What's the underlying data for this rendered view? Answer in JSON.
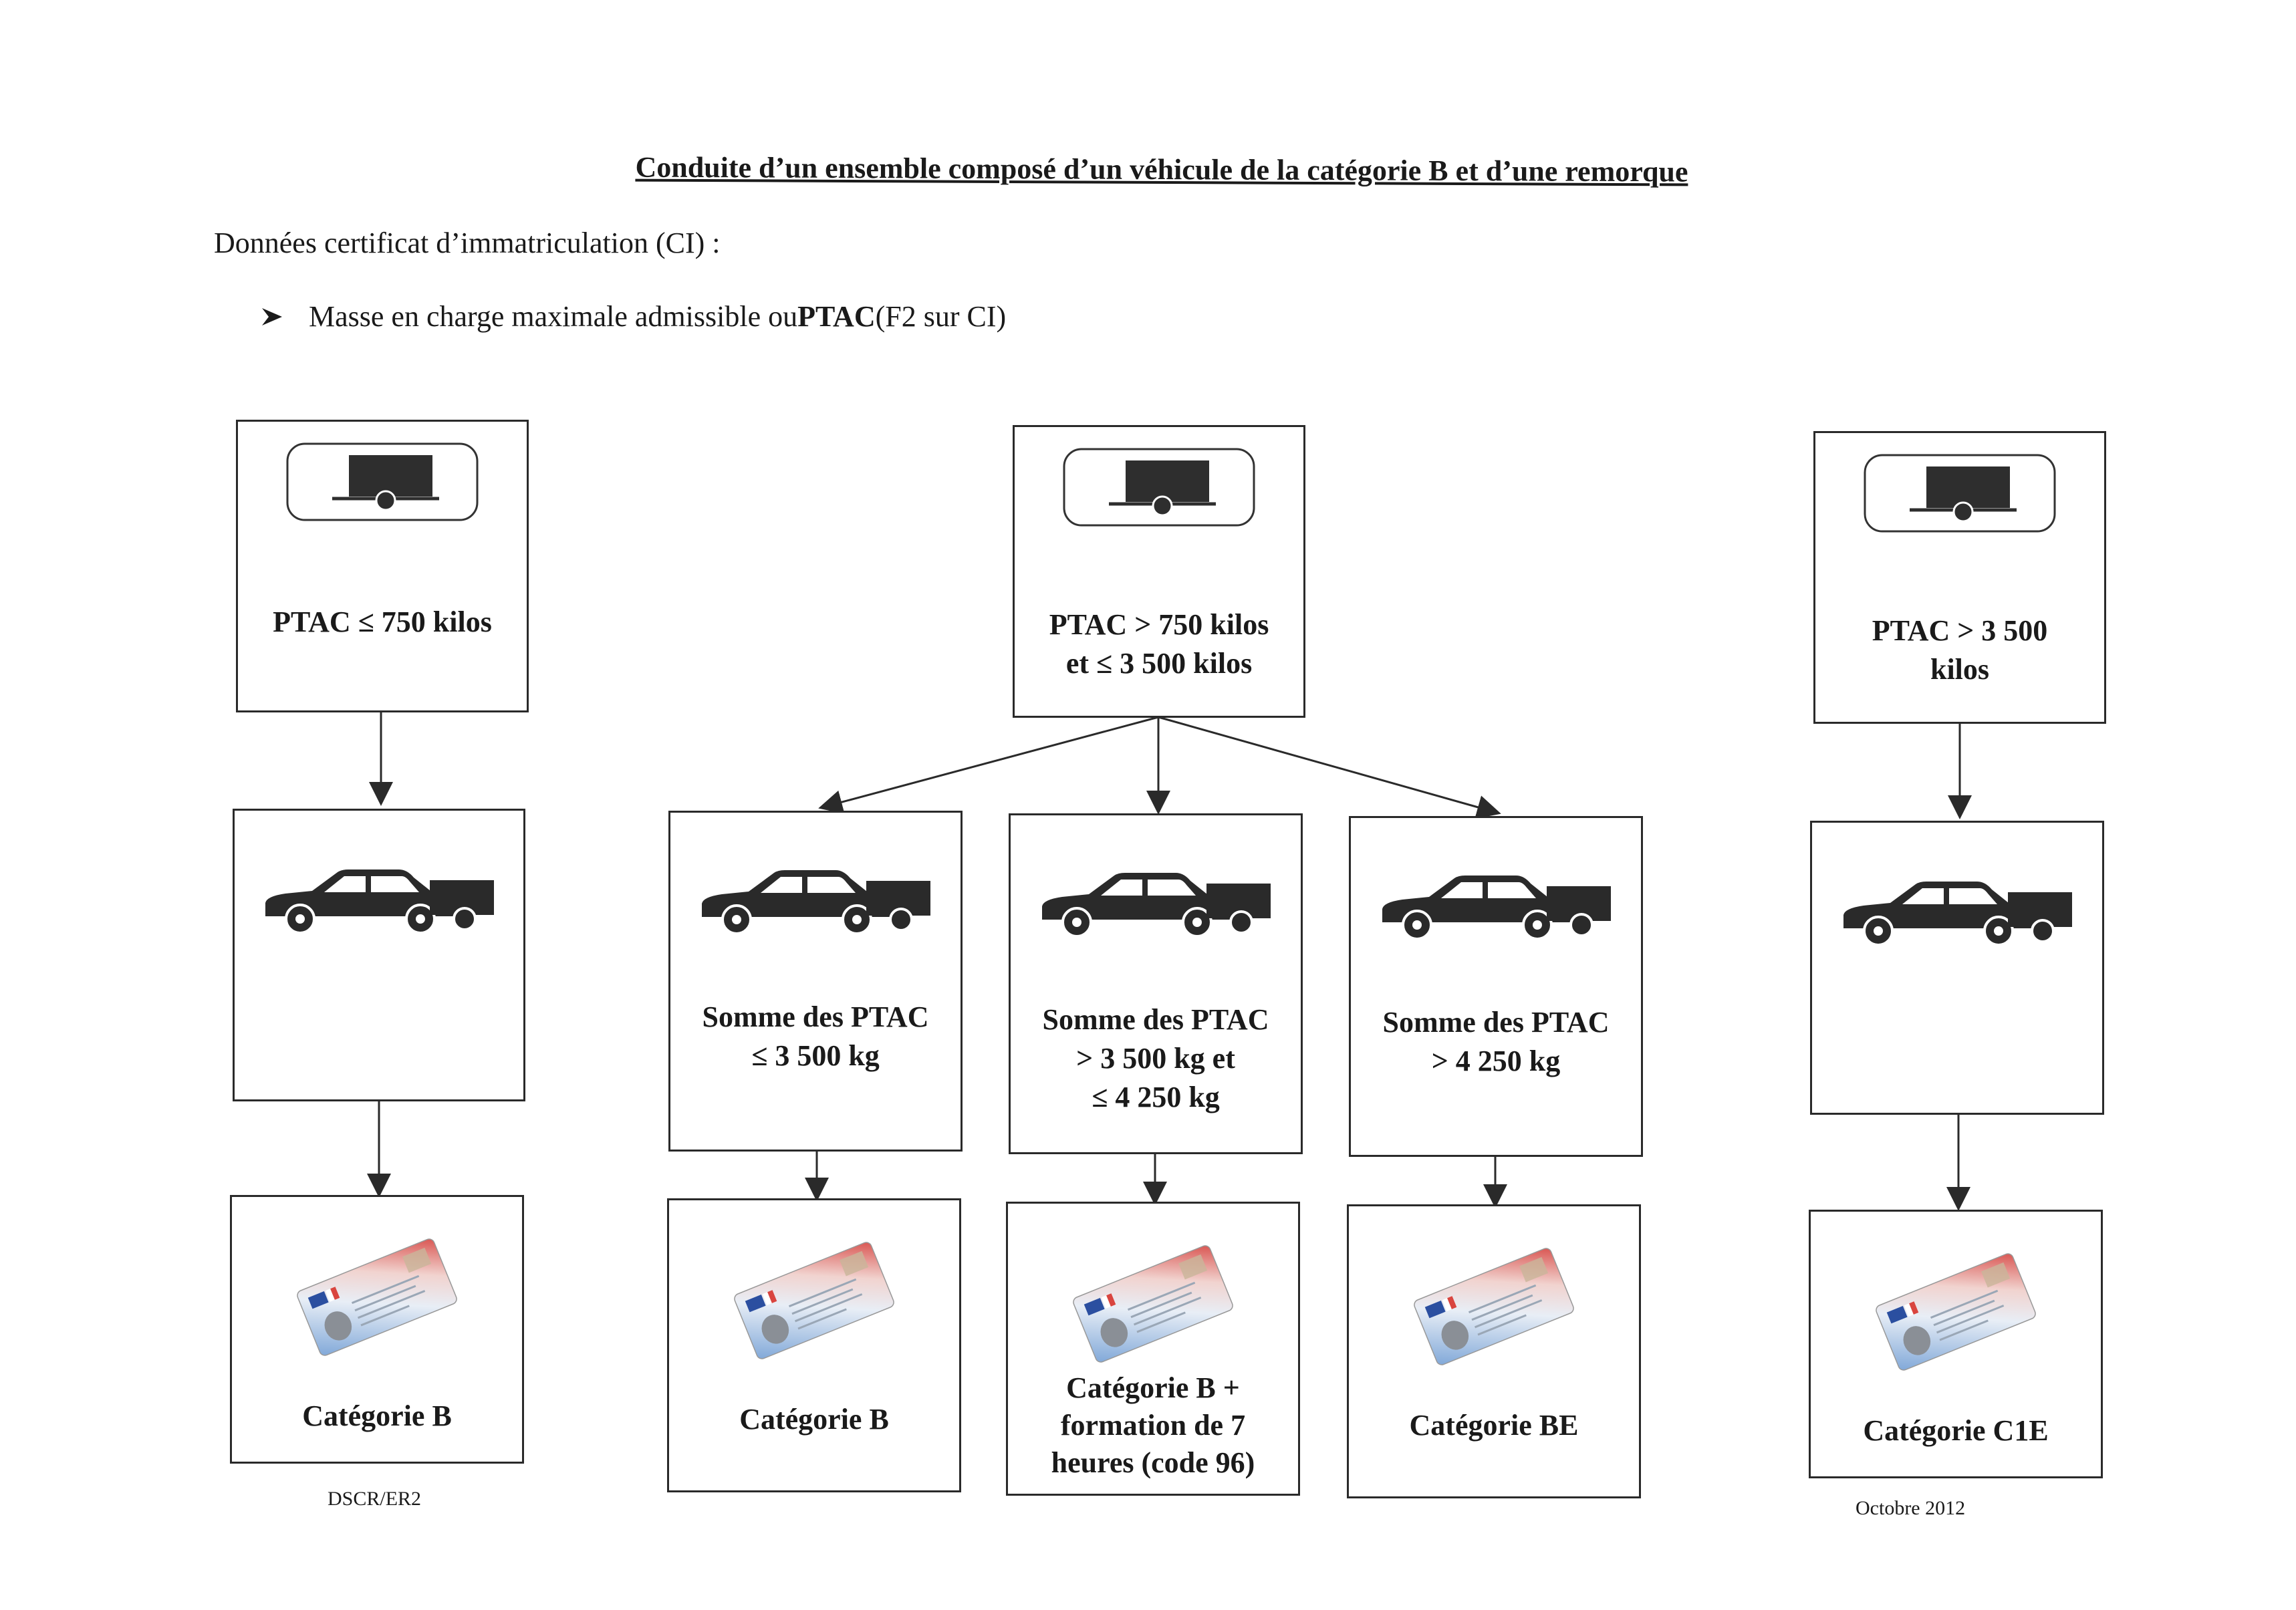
{
  "header": {
    "title": "Conduite d’un ensemble composé d’un véhicule de la catégorie B et d’une remorque",
    "intro": "Données certificat d’immatriculation (CI) :",
    "bullet_prefix": "Masse en charge maximale admissible ou ",
    "bullet_bold": "PTAC",
    "bullet_suffix": " (F2 sur CI)"
  },
  "top_boxes": {
    "left_line1": "PTAC ≤ 750 kilos",
    "middle_line1": "PTAC > 750 kilos",
    "middle_line2": "et ≤ 3 500 kilos",
    "right_line1": "PTAC > 3 500",
    "right_line2": "kilos"
  },
  "middle_boxes": {
    "m1_line1": "Somme des PTAC",
    "m1_line2": "≤ 3 500 kg",
    "m2_line1": "Somme des PTAC",
    "m2_line2": "> 3 500 kg et",
    "m2_line3": "≤ 4 250 kg",
    "m3_line1": "Somme des PTAC",
    "m3_line2": "> 4 250 kg"
  },
  "bottom_boxes": {
    "b1": "Catégorie B",
    "b2": "Catégorie B",
    "b3_line1": "Catégorie B +",
    "b3_line2": "formation de 7",
    "b3_line3": "heures (code 96)",
    "b4": "Catégorie BE",
    "b5": "Catégorie C1E"
  },
  "footer": {
    "left": "DSCR/ER2",
    "right": "Octobre 2012"
  }
}
